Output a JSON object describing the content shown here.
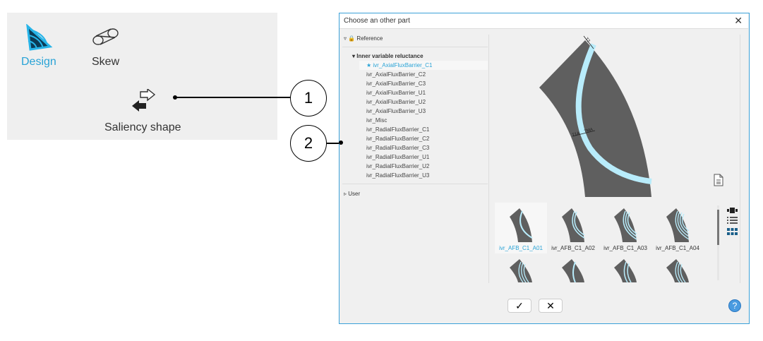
{
  "ribbon": {
    "design_label": "Design",
    "skew_label": "Skew",
    "saliency_label": "Saliency shape"
  },
  "callouts": [
    "1",
    "2"
  ],
  "dialog": {
    "title": "Choose an other part",
    "close": "✕",
    "tree": {
      "reference_label": "Reference",
      "group_label": "Inner variable reluctance",
      "selected_marker": "★",
      "items": [
        "ivr_AxialFluxBarrier_C1",
        "ivr_AxialFluxBarrier_C2",
        "ivr_AxialFluxBarrier_C3",
        "ivr_AxialFluxBarrier_U1",
        "ivr_AxialFluxBarrier_U2",
        "ivr_AxialFluxBarrier_U3",
        "ivr_Misc",
        "ivr_RadialFluxBarrier_C1",
        "ivr_RadialFluxBarrier_C2",
        "ivr_RadialFluxBarrier_C3",
        "ivr_RadialFluxBarrier_U1",
        "ivr_RadialFluxBarrier_U2",
        "ivr_RadialFluxBarrier_U3"
      ],
      "user_label": "User"
    },
    "preview": {
      "dim_top": "T2",
      "dim_left": "T1A",
      "dim_right": "TMA"
    },
    "thumbnails": [
      "ivr_AFB_C1_A01",
      "ivr_AFB_C1_A02",
      "ivr_AFB_C1_A03",
      "ivr_AFB_C1_A04"
    ],
    "ok": "✓",
    "cancel": "✕",
    "help": "?"
  },
  "colors": {
    "accent": "#29a3d6",
    "part": "#5f5f5f",
    "barrier": "#b8ecfb"
  }
}
